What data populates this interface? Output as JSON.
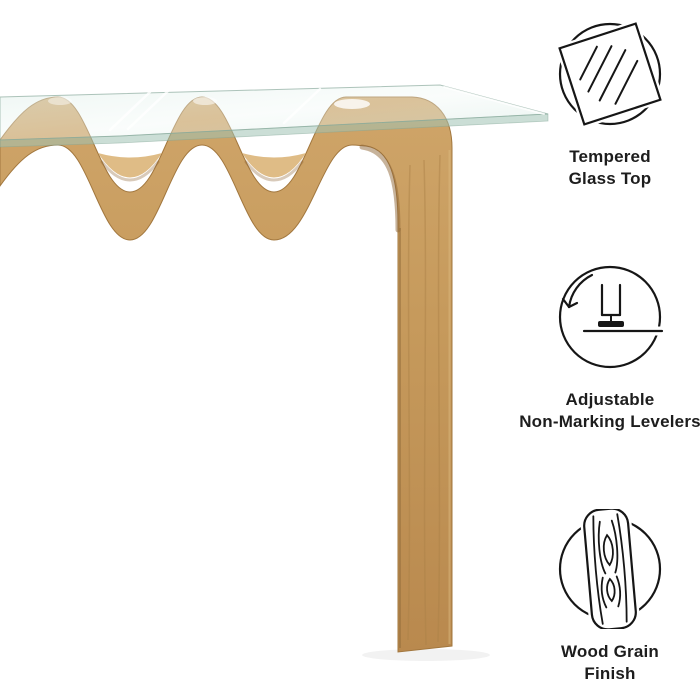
{
  "page": {
    "background": "#ffffff"
  },
  "features": [
    {
      "name": "tempered-glass-top",
      "icon": "glass-pane-icon",
      "line1": "Tempered",
      "line2": "Glass Top"
    },
    {
      "name": "adjustable-levelers",
      "icon": "leveler-foot-icon",
      "line1": "Adjustable",
      "line2": "Non-Marking Levelers"
    },
    {
      "name": "wood-grain-finish",
      "icon": "wood-grain-icon",
      "line1": "Wood Grain",
      "line2": "Finish"
    }
  ],
  "colors": {
    "text": "#1d1d1d",
    "icon_stroke": "#161616",
    "wood": "#c69a5c",
    "wood_light": "#ddb87f",
    "wood_dark": "#a2773e",
    "glass_tint": "#d9ebe4"
  }
}
